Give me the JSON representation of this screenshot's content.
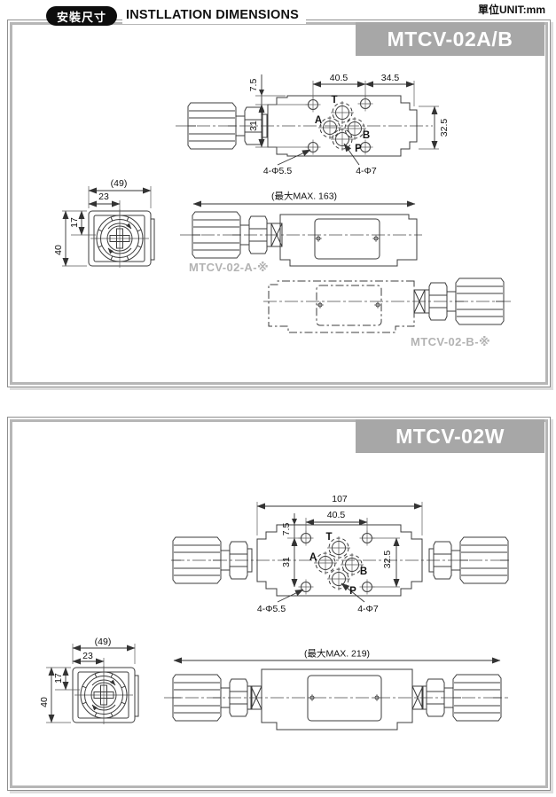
{
  "header": {
    "badge": "安裝尺寸",
    "title": "INSTLLATION DIMENSIONS",
    "unit": "單位UNIT:mm"
  },
  "panel1": {
    "model": "MTCV-02A/B",
    "top": {
      "d7_5": "7.5",
      "d40_5": "40.5",
      "d34_5": "34.5",
      "d31": "31",
      "d32_5": "32.5",
      "holes_small": "4-Φ5.5",
      "holes_large": "4-Φ7",
      "port_t": "T",
      "port_a": "A",
      "port_b": "B",
      "port_p": "P"
    },
    "end": {
      "d49": "(49)",
      "d23": "23",
      "d17": "17",
      "d40": "40"
    },
    "side_a": {
      "max_len": "(最大MAX. 163)",
      "model_label": "MTCV-02-A-※"
    },
    "side_b": {
      "model_label": "MTCV-02-B-※"
    }
  },
  "panel2": {
    "model": "MTCV-02W",
    "top": {
      "d107": "107",
      "d40_5": "40.5",
      "d7_5": "7.5",
      "d31": "31",
      "d32_5": "32.5",
      "holes_small": "4-Φ5.5",
      "holes_large": "4-Φ7",
      "port_t": "T",
      "port_a": "A",
      "port_b": "B",
      "port_p": "P"
    },
    "end": {
      "d49": "(49)",
      "d23": "23",
      "d17": "17",
      "d40": "40"
    },
    "side": {
      "max_len": "(最大MAX. 219)"
    }
  },
  "colors": {
    "banner_bg": "#a7a7a7",
    "badge_bg": "#0d0d0d",
    "line": "#3c3c3c",
    "gray_label": "#b3b3b3"
  }
}
